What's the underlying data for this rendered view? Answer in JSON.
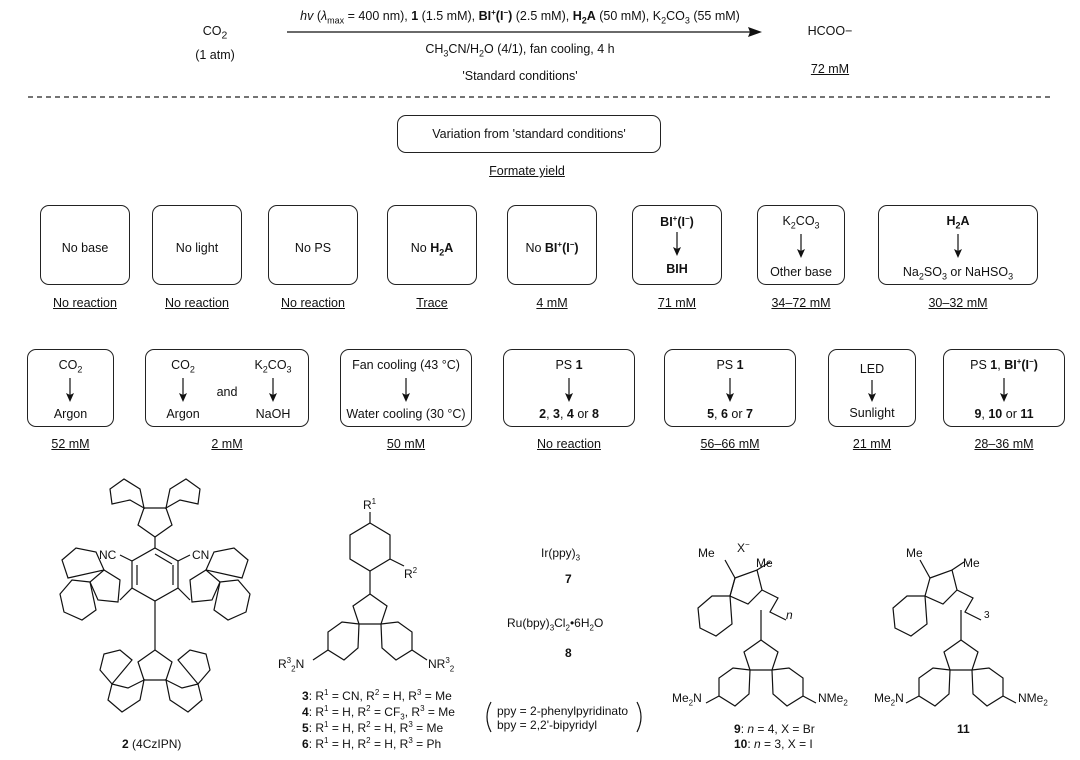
{
  "header": {
    "reactant": "CO2",
    "reactant_pressure": "(1 atm)",
    "conditions_line1_hv": "hv",
    "conditions_line1_rest": "(λmax = 400 nm), 1 (1.5 mM), BI+(I−) (2.5 mM), H2A (50 mM), K2CO3 (55 mM)",
    "conditions_line2": "CH3CN/H2O (4/1), fan cooling, 4 h",
    "conditions_line3": "'Standard conditions'",
    "product": "HCOO−",
    "product_yield": "72 mM"
  },
  "variation_box": "Variation from 'standard conditions'",
  "formate_yield_label": "Formate yield",
  "row1": [
    {
      "label": "No base",
      "result": "No reaction"
    },
    {
      "label": "No light",
      "result": "No reaction"
    },
    {
      "label": "No PS",
      "result": "No reaction"
    },
    {
      "label": "No H2A",
      "result": "Trace"
    },
    {
      "label": "No BI+(I−)",
      "result": "4 mM"
    },
    {
      "from": "BI+(I−)",
      "to": "BIH",
      "result": "71 mM"
    },
    {
      "from": "K2CO3",
      "to": "Other base",
      "result": "34–72 mM"
    },
    {
      "from": "H2A",
      "to": "Na2SO3 or NaHSO3",
      "result": "30–32 mM"
    }
  ],
  "row2": [
    {
      "from": "CO2",
      "to": "Argon",
      "result": "52 mM"
    },
    {
      "from_a": "CO2",
      "to_a": "Argon",
      "and": "and",
      "from_b": "K2CO3",
      "to_b": "NaOH",
      "result": "2 mM"
    },
    {
      "from": "Fan cooling (43 °C)",
      "to": "Water cooling (30 °C)",
      "result": "50 mM"
    },
    {
      "from": "PS 1",
      "to": "2, 3, 4 or 8",
      "result": "No reaction"
    },
    {
      "from": "PS 1",
      "to": "5, 6 or 7",
      "result": "56–66 mM"
    },
    {
      "from": "LED",
      "to": "Sunlight",
      "result": "21 mM"
    },
    {
      "from": "PS 1, BI+(I−)",
      "to": "9, 10 or 11",
      "result": "28–36 mM"
    }
  ],
  "structures": {
    "s2_label": "2 (4CzIPN)",
    "s2_cn_left": "NC",
    "s2_cn_right": "CN",
    "s3_r1": "R1",
    "s3_r2": "R2",
    "s3_r3_left": "R32N",
    "s3_r3_right": "NR32",
    "s3_lines": [
      "3: R1 = CN, R2 = H, R3 = Me",
      "4: R1 = H, R2 = CF3, R3 = Me",
      "5: R1 = H, R2 = H, R3 = Me",
      "6: R1 = H, R2 = H, R3 = Ph"
    ],
    "ir": "Ir(ppy)3",
    "ir_num": "7",
    "ru": "Ru(bpy)3Cl2•6H2O",
    "ru_num": "8",
    "legend_ppy": "ppy = 2-phenylpyridinato",
    "legend_bpy": "bpy = 2,2'-bipyridyl",
    "s9_me1": "Me",
    "s9_x": "X−",
    "s9_me2": "Me",
    "s9_n": "n",
    "s9_nme2_left": "Me2N",
    "s9_nme2_right": "NMe2",
    "s9_label1": "9: n = 4, X = Br",
    "s9_label2": "10: n = 3, X = I",
    "s11_me1": "Me",
    "s11_me2": "Me",
    "s11_n": "3",
    "s11_nme2_left": "Me2N",
    "s11_nme2_right": "NMe2",
    "s11_label": "11"
  }
}
